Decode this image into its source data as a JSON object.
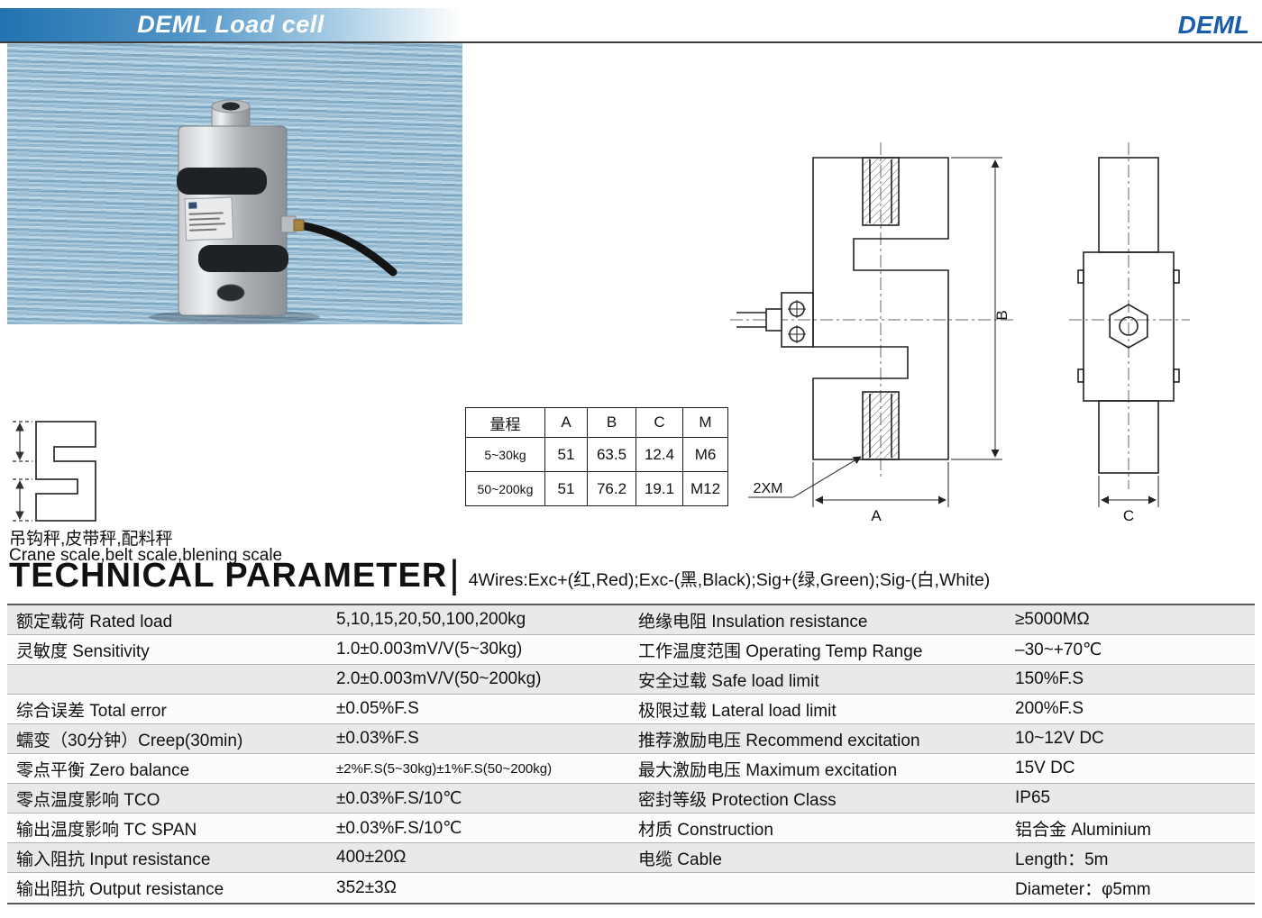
{
  "header": {
    "banner_title": "DEML  Load cell",
    "brand": "DEML"
  },
  "colors": {
    "brand_blue": "#1a5dab",
    "banner_blue": "#2273b0",
    "row_stripe": "#e9e9e9"
  },
  "drawing": {
    "label_2xm": "2XM",
    "label_a": "A",
    "label_b": "B",
    "label_c": "C"
  },
  "dim_table": {
    "headers": [
      "量程",
      "A",
      "B",
      "C",
      "M"
    ],
    "rows": [
      {
        "range": "5~30kg",
        "a": "51",
        "b": "63.5",
        "c": "12.4",
        "m": "M6"
      },
      {
        "range": "50~200kg",
        "a": "51",
        "b": "76.2",
        "c": "19.1",
        "m": "M12"
      }
    ]
  },
  "application": {
    "cn": "吊钩秤,皮带秤,配料秤",
    "en": "Crane scale,belt scale,blening scale"
  },
  "tech": {
    "title": "TECHNICAL PARAMETER",
    "divider": "|",
    "wires_note": "4Wires:Exc+(红,Red);Exc-(黑,Black);Sig+(绿,Green);Sig-(白,White)"
  },
  "params": {
    "rows": [
      {
        "l_label": "额定载荷 Rated load",
        "l_value": "5,10,15,20,50,100,200kg",
        "r_label": "绝缘电阻 Insulation resistance",
        "r_value": "≥5000MΩ"
      },
      {
        "l_label": "灵敏度 Sensitivity",
        "l_value": "1.0±0.003mV/V(5~30kg)",
        "r_label": "工作温度范围 Operating Temp Range",
        "r_value": "–30~+70℃"
      },
      {
        "l_label": "",
        "l_value": "2.0±0.003mV/V(50~200kg)",
        "r_label": "安全过载 Safe load limit",
        "r_value": "150%F.S"
      },
      {
        "l_label": "综合误差 Total error",
        "l_value": "±0.05%F.S",
        "r_label": "极限过载 Lateral load limit",
        "r_value": "200%F.S"
      },
      {
        "l_label": "蠕变（30分钟）Creep(30min)",
        "l_value": "±0.03%F.S",
        "r_label": "推荐激励电压 Recommend excitation",
        "r_value": "10~12V DC"
      },
      {
        "l_label": "零点平衡 Zero balance",
        "l_value": "±2%F.S(5~30kg)±1%F.S(50~200kg)",
        "r_label": "最大激励电压 Maximum excitation",
        "r_value": "15V DC"
      },
      {
        "l_label": "零点温度影响 TCO",
        "l_value": "±0.03%F.S/10℃",
        "r_label": "密封等级 Protection Class",
        "r_value": "IP65"
      },
      {
        "l_label": "输出温度影响 TC SPAN",
        "l_value": "±0.03%F.S/10℃",
        "r_label": "材质 Construction",
        "r_value": "铝合金 Aluminium"
      },
      {
        "l_label": "输入阻抗 Input resistance",
        "l_value": "400±20Ω",
        "r_label": "电缆  Cable",
        "r_value": "Length：5m"
      },
      {
        "l_label": "输出阻抗 Output resistance",
        "l_value": "352±3Ω",
        "r_label": "",
        "r_value": "Diameter：φ5mm"
      }
    ]
  }
}
